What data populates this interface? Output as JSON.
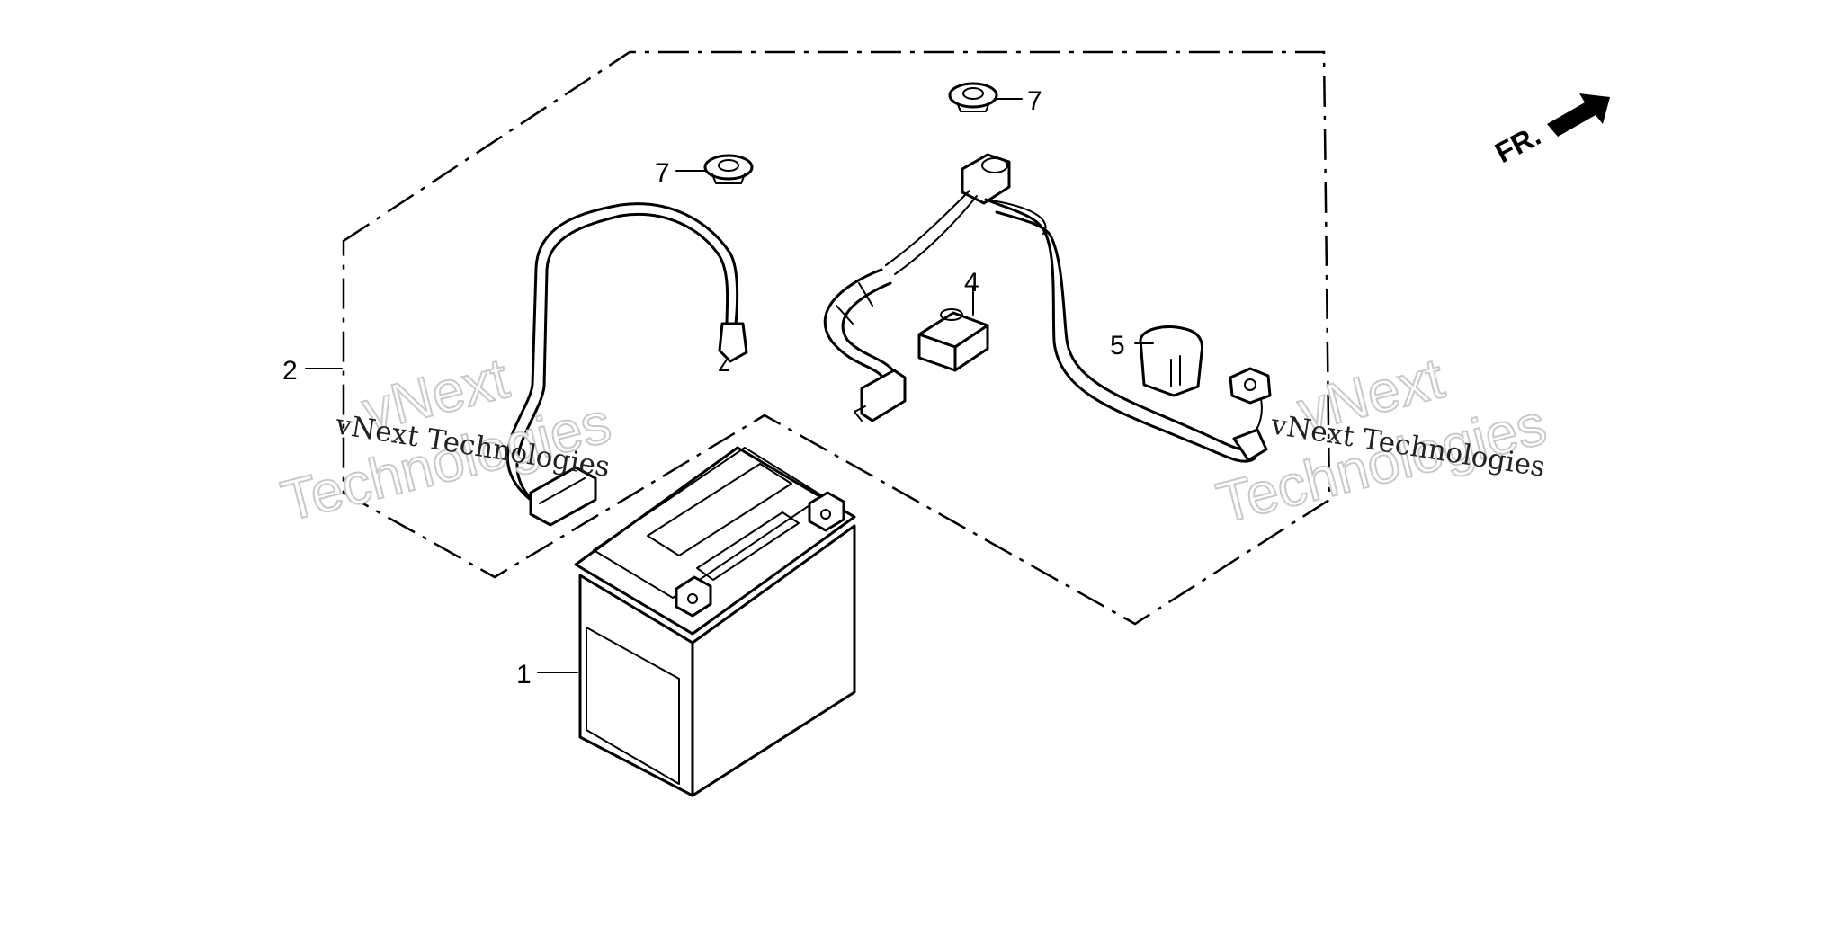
{
  "callouts": {
    "battery": "1",
    "cable_kit": "2",
    "part4": "4",
    "part5": "5",
    "grommet_left": "7",
    "grommet_right": "7"
  },
  "front_arrow": {
    "label": "FR."
  },
  "watermarks": {
    "left_line1": "vNext",
    "left_line2": "Technologies",
    "left_small": "vNext Technologies",
    "right_line1": "vNext",
    "right_line2": "Technologies",
    "right_small": "vNext Technologies"
  }
}
